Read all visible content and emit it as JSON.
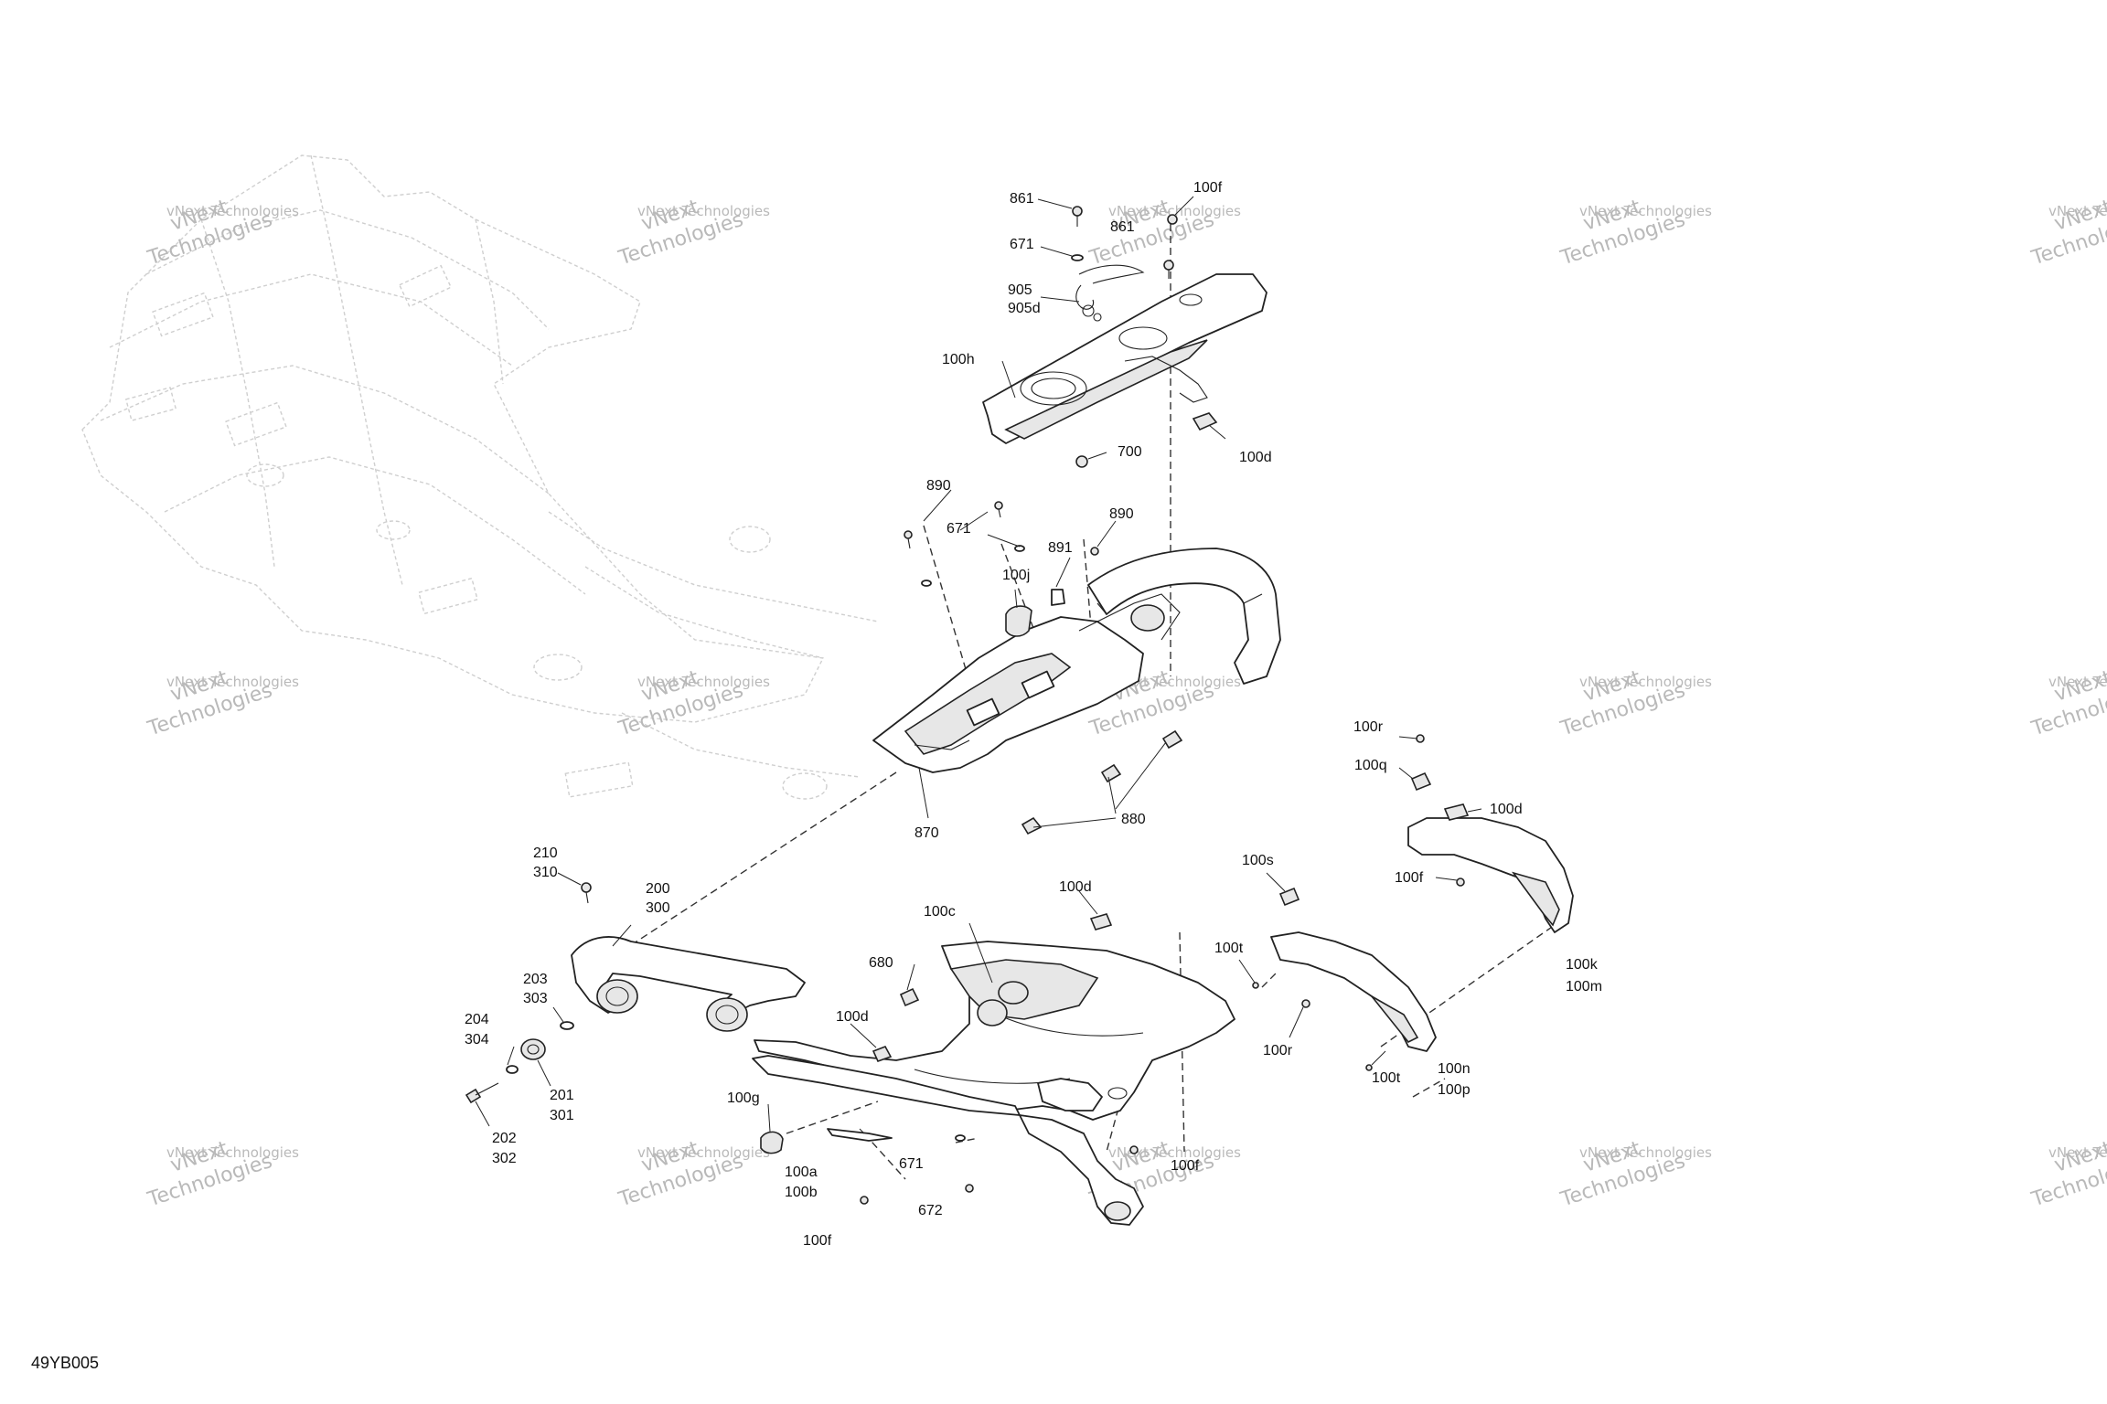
{
  "diagram_code": "49YB005",
  "watermark": {
    "line1": "vNext Technologies",
    "line2": "vNext",
    "line3": "Technologies"
  },
  "callouts": {
    "c861a": "861",
    "c861b": "861",
    "c100f_top": "100f",
    "c671_top": "671",
    "c905": "905",
    "c905d": "905d",
    "c100h": "100h",
    "c700": "700",
    "c100d_top": "100d",
    "c890a": "890",
    "c890b": "890",
    "c671_mid": "671",
    "c891": "891",
    "c100j": "100j",
    "c870": "870",
    "c880": "880",
    "c100r_r": "100r",
    "c100q": "100q",
    "c100d_r": "100d",
    "c100f_r": "100f",
    "c100k": "100k",
    "c100m": "100m",
    "c210": "210",
    "c310": "310",
    "c200": "200",
    "c300": "300",
    "c203": "203",
    "c303": "303",
    "c204": "204",
    "c304": "304",
    "c201": "201",
    "c301": "301",
    "c202": "202",
    "c302": "302",
    "c100c": "100c",
    "c100d_mid": "100d",
    "c680": "680",
    "c100d_low": "100d",
    "c100g": "100g",
    "c100a": "100a",
    "c100b": "100b",
    "c100f_low": "100f",
    "c671_low": "671",
    "c672": "672",
    "c100f_bottom": "100f",
    "c100s": "100s",
    "c100t_a": "100t",
    "c100r_low": "100r",
    "c100t_b": "100t",
    "c100n": "100n",
    "c100p": "100p"
  }
}
